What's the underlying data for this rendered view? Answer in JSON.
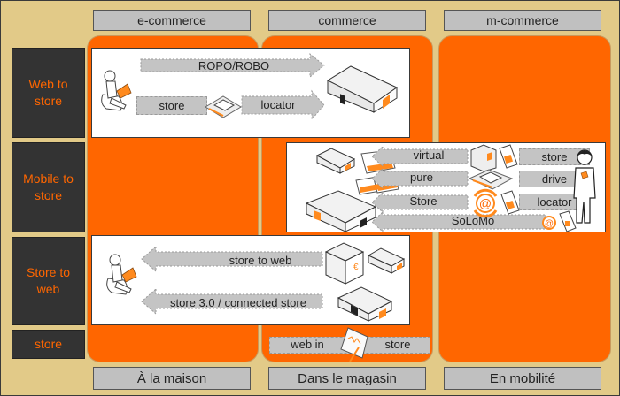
{
  "columns": {
    "top": [
      {
        "label": "e-commerce"
      },
      {
        "label": "commerce"
      },
      {
        "label": "m-commerce"
      }
    ],
    "bottom": [
      {
        "label": "À la maison"
      },
      {
        "label": "Dans le magasin"
      },
      {
        "label": "En mobilité"
      }
    ]
  },
  "rows": [
    {
      "label": "Web to store"
    },
    {
      "label": "Mobile to store"
    },
    {
      "label": "Store to web"
    },
    {
      "label": "store"
    }
  ],
  "web_to_store": {
    "arrow_top": "ROPO/ROBO",
    "arrow_left": "store",
    "arrow_right": "locator",
    "icons": [
      "person-laptop-icon",
      "car-parking-icon",
      "warehouse-icon"
    ]
  },
  "mobile_to_store": {
    "left_labels": [
      "virtual",
      "pure",
      "Store"
    ],
    "right_labels": [
      "store",
      "drive",
      "locator"
    ],
    "bottom_label": "SoLoMo",
    "icons": [
      "warehouse-icon",
      "shopping-cart-icon",
      "locker-icon",
      "mobile-phone-icon",
      "car-parking-icon",
      "at-sign-icon",
      "person-phone-icon"
    ]
  },
  "store_to_web": {
    "arrow_top": "store to web",
    "arrow_bottom": "store 3.0 / connected store",
    "icons": [
      "person-laptop-icon",
      "shop-front-icon",
      "warehouse-icon"
    ]
  },
  "web_in_store": {
    "left": "web in",
    "right": "store",
    "icons": [
      "tablet-icon"
    ]
  },
  "colors": {
    "background": "#E2CA88",
    "column": "#FF6600",
    "row_label_bg": "#333333",
    "row_label_text": "#FF6600",
    "header_bg": "#C0C0C0",
    "arrow": "#C4C4C4"
  }
}
